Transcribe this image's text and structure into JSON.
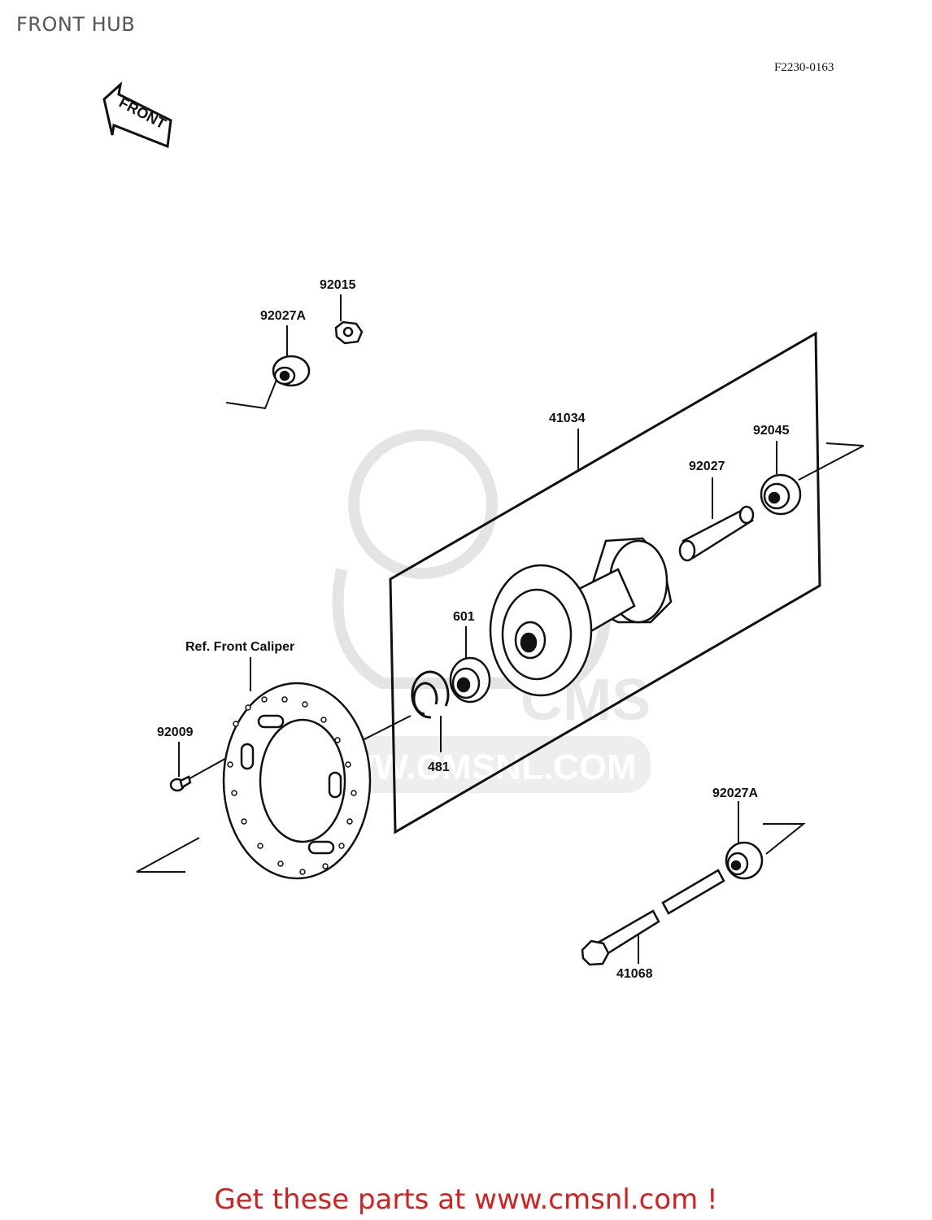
{
  "header": {
    "title": "FRONT HUB",
    "diagram_code": "F2230-0163"
  },
  "direction_arrow": {
    "label": "FRONT"
  },
  "watermark": {
    "text": "WWW.CMSNL.COM",
    "logo_text": "CMS"
  },
  "callouts": [
    {
      "id": "92015",
      "label": "92015"
    },
    {
      "id": "92027A-top",
      "label": "92027A"
    },
    {
      "id": "41034",
      "label": "41034"
    },
    {
      "id": "92045",
      "label": "92045"
    },
    {
      "id": "92027",
      "label": "92027"
    },
    {
      "id": "601",
      "label": "601"
    },
    {
      "id": "ref-caliper",
      "label": "Ref. Front Caliper"
    },
    {
      "id": "92009",
      "label": "92009"
    },
    {
      "id": "481",
      "label": "481"
    },
    {
      "id": "92027A-bottom",
      "label": "92027A"
    },
    {
      "id": "41068",
      "label": "41068"
    }
  ],
  "footer": {
    "promo_text": "Get these parts at www.cmsnl.com !"
  },
  "colors": {
    "promo": "#d42020",
    "title": "#555555",
    "line": "#111111",
    "watermark": "#e4e4e4"
  }
}
